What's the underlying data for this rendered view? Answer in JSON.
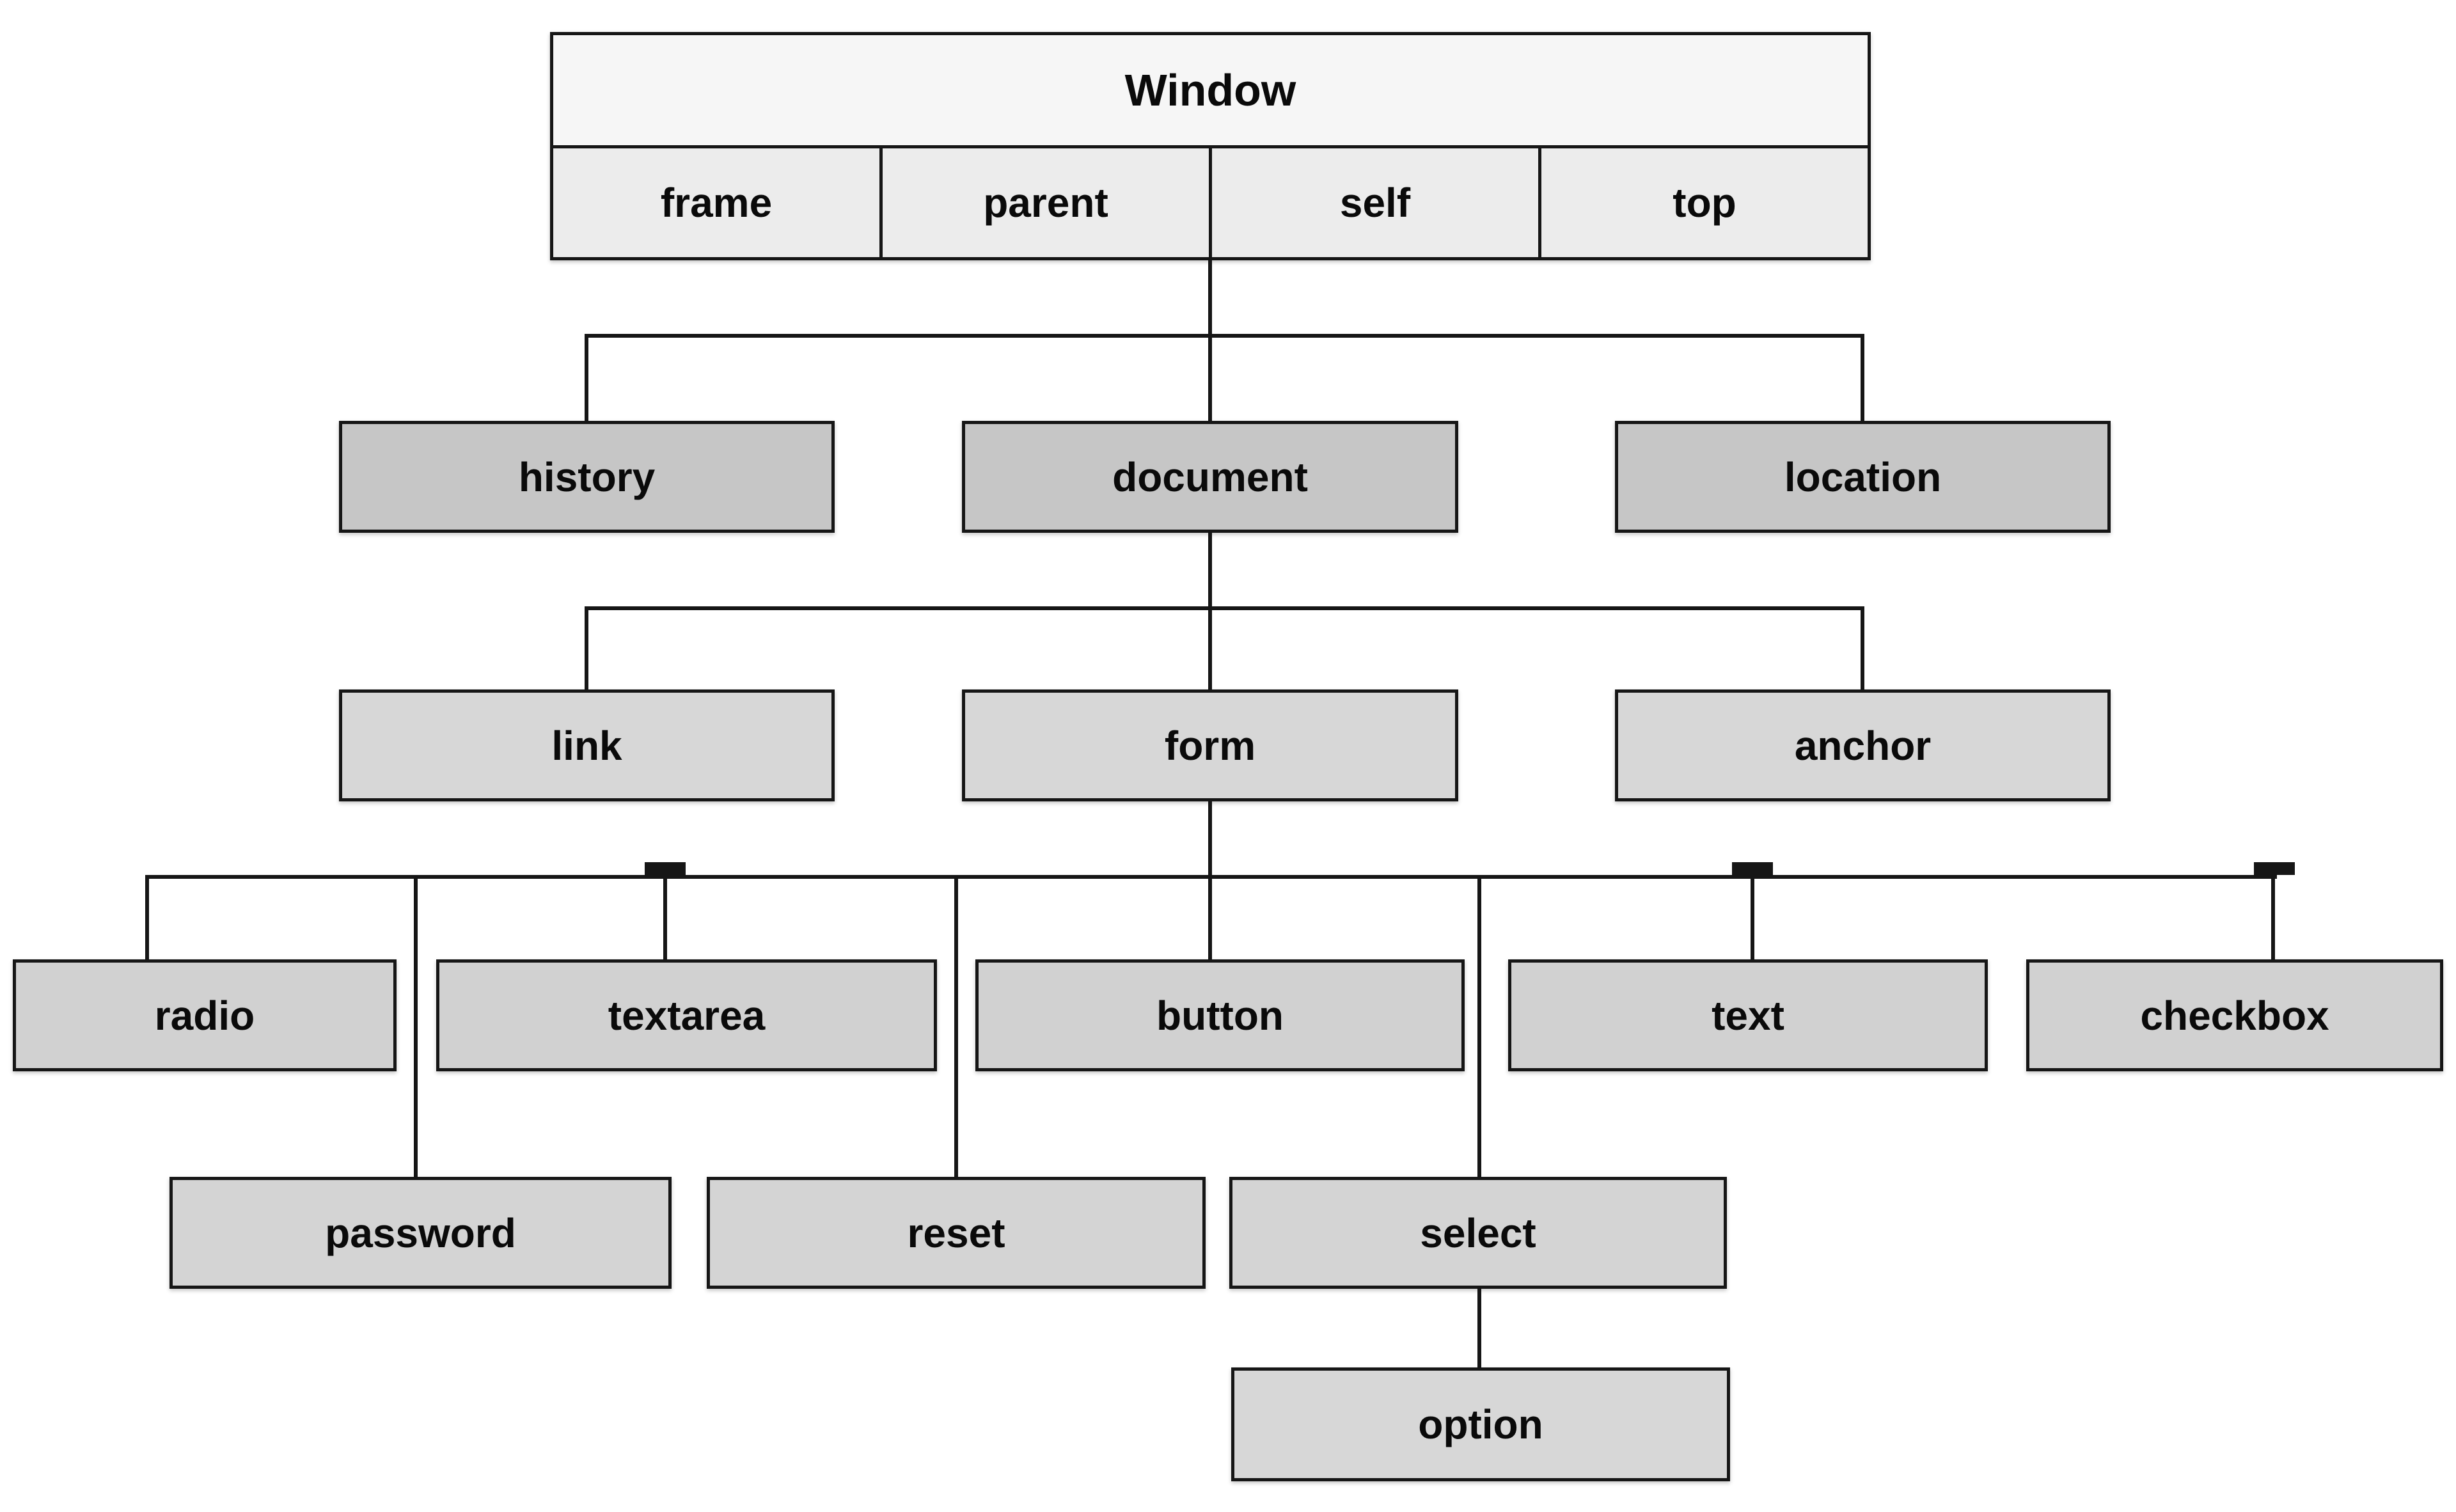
{
  "diagram": {
    "description": "Browser object model hierarchy tree",
    "background_color": "#ffffff",
    "line_color": "#161616",
    "colors": {
      "window_title_fill": "#f6f6f6",
      "window_property_cell_fill": "#ececec",
      "level1_fill": "#c6c6c6",
      "level2_fill": "#d7d7d7",
      "level3_fill": "#d1d1d1",
      "level4_fill": "#d4d4d4",
      "border": "#161616",
      "text": "#0a0a0a"
    },
    "nodes": {
      "window": {
        "label": "Window"
      },
      "frame": {
        "label": "frame"
      },
      "parent": {
        "label": "parent"
      },
      "self": {
        "label": "self"
      },
      "top": {
        "label": "top"
      },
      "history": {
        "label": "history"
      },
      "document": {
        "label": "document"
      },
      "location": {
        "label": "location"
      },
      "link": {
        "label": "link"
      },
      "form": {
        "label": "form"
      },
      "anchor": {
        "label": "anchor"
      },
      "radio": {
        "label": "radio"
      },
      "textarea": {
        "label": "textarea"
      },
      "button": {
        "label": "button"
      },
      "text": {
        "label": "text"
      },
      "checkbox": {
        "label": "checkbox"
      },
      "password": {
        "label": "password"
      },
      "reset": {
        "label": "reset"
      },
      "select": {
        "label": "select"
      },
      "option": {
        "label": "option"
      }
    },
    "window_properties": [
      "frame",
      "parent",
      "self",
      "top"
    ],
    "edges": [
      {
        "from": "Window",
        "to": "history"
      },
      {
        "from": "Window",
        "to": "document"
      },
      {
        "from": "Window",
        "to": "location"
      },
      {
        "from": "document",
        "to": "link"
      },
      {
        "from": "document",
        "to": "form"
      },
      {
        "from": "document",
        "to": "anchor"
      },
      {
        "from": "form",
        "to": "radio"
      },
      {
        "from": "form",
        "to": "textarea"
      },
      {
        "from": "form",
        "to": "button"
      },
      {
        "from": "form",
        "to": "text"
      },
      {
        "from": "form",
        "to": "checkbox"
      },
      {
        "from": "form",
        "to": "password"
      },
      {
        "from": "form",
        "to": "reset"
      },
      {
        "from": "form",
        "to": "select"
      },
      {
        "from": "select",
        "to": "option"
      }
    ]
  }
}
